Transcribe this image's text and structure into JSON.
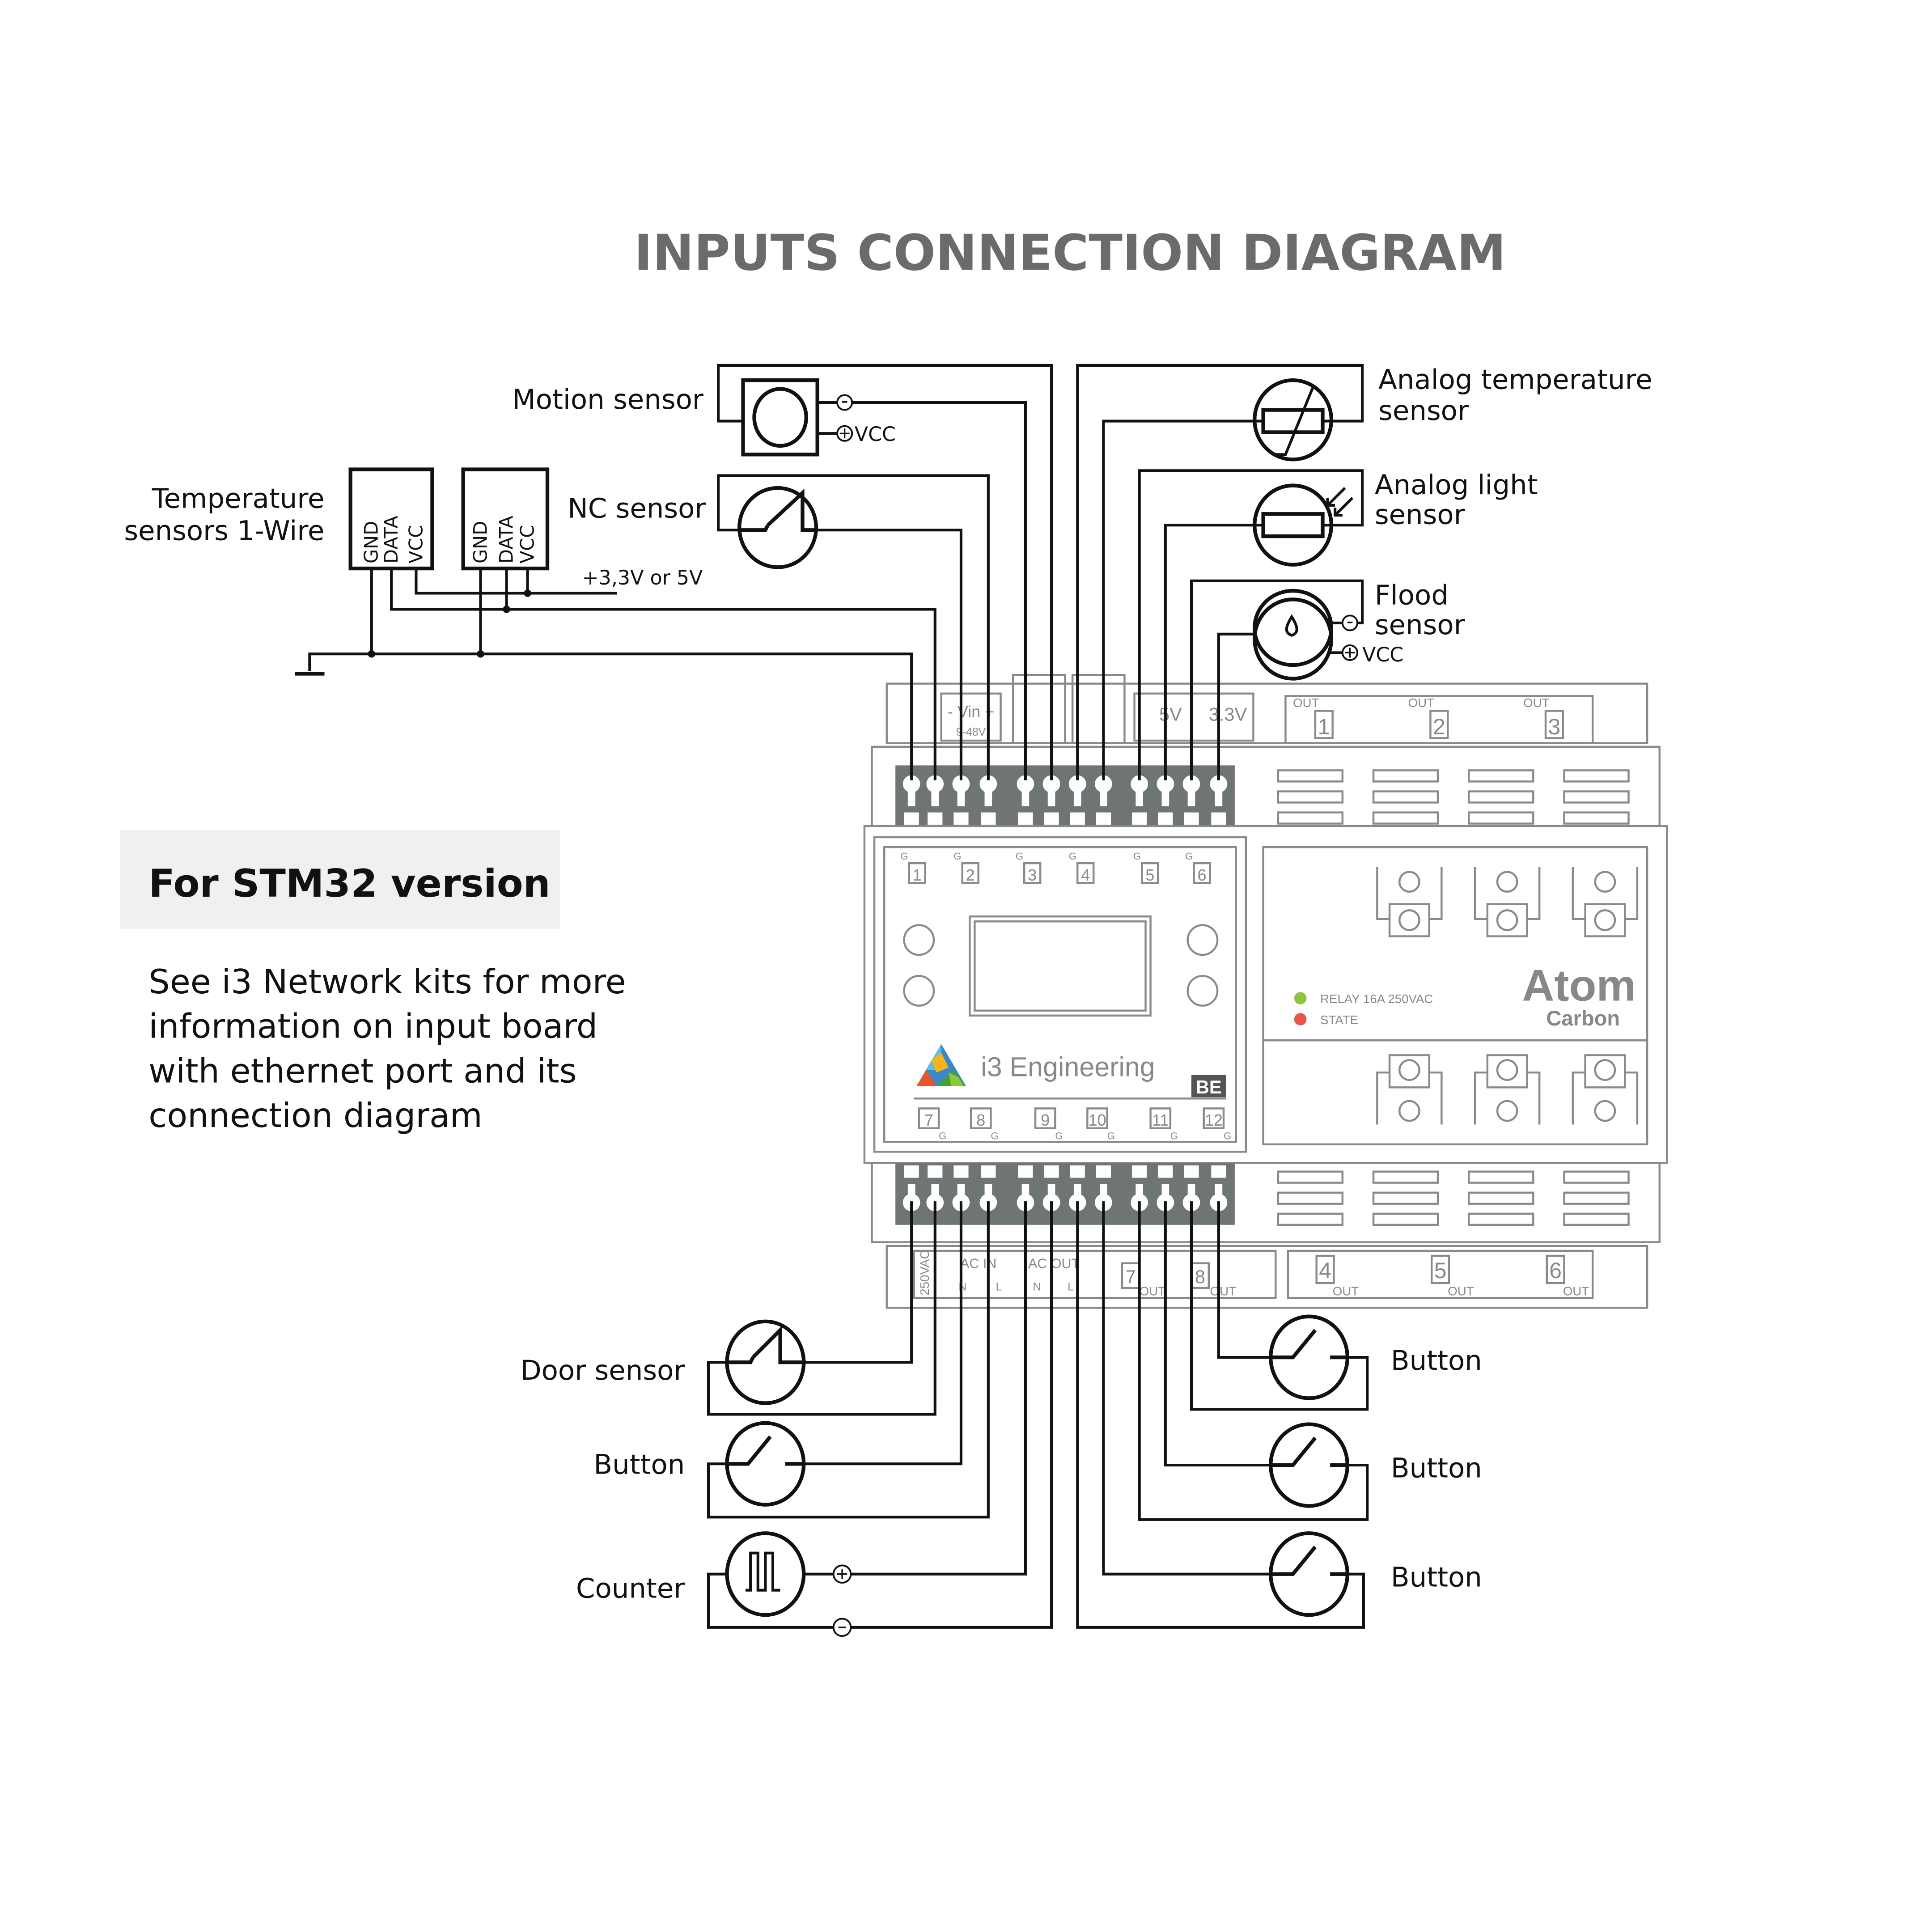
{
  "title": "INPUTS CONNECTION DIAGRAM",
  "note_panel": {
    "heading": "For STM32 version",
    "body_lines": [
      "See i3 Network kits for more",
      "information on input board",
      "with ethernet port and its",
      "connection diagram"
    ]
  },
  "top_left_sensors": {
    "motion": {
      "label": "Motion sensor",
      "minus": "-",
      "plus_label": "VCC"
    },
    "nc": {
      "label": "NC sensor"
    },
    "onewire": {
      "label_lines": [
        "Temperature",
        "sensors 1-Wire"
      ],
      "pins": [
        "GND",
        "DATA",
        "VCC"
      ],
      "supply_label": "+3,3V or 5V"
    }
  },
  "top_right_sensors": {
    "analog_temp": {
      "label_lines": [
        "Analog temperature",
        "sensor"
      ]
    },
    "analog_light": {
      "label_lines": [
        "Analog light",
        "sensor"
      ]
    },
    "flood": {
      "label_lines": [
        "Flood",
        "sensor"
      ],
      "minus": "-",
      "plus_label": "VCC"
    }
  },
  "bottom_left_sensors": [
    {
      "label": "Door sensor"
    },
    {
      "label": "Button"
    },
    {
      "label": "Counter"
    }
  ],
  "bottom_right_sensors": [
    {
      "label": "Button"
    },
    {
      "label": "Button"
    },
    {
      "label": "Button"
    }
  ],
  "device": {
    "brand": "i3 Engineering",
    "badge": "BE",
    "model": "Atom",
    "variant": "Carbon",
    "top_connector_labels": {
      "vin": "- Vin +",
      "vin_range": "9-48V",
      "v5": "5V",
      "v33": "3.3V"
    },
    "top_relay_outputs": [
      "1",
      "2",
      "3"
    ],
    "out_label": "OUT",
    "bottom_relay_outputs": [
      "4",
      "5",
      "6"
    ],
    "bottom_connector_labels": {
      "vac": "250VAC",
      "ac_in": "AC IN",
      "ac_out": "AC OUT",
      "n": "N",
      "l": "L",
      "out7": "7",
      "out8": "8"
    },
    "inputs_top": [
      "1",
      "2",
      "3",
      "4",
      "5",
      "6"
    ],
    "inputs_bottom": [
      "7",
      "8",
      "9",
      "10",
      "11",
      "12"
    ],
    "ground_mark": "G",
    "leds": [
      {
        "label": "RELAY 16A 250VAC",
        "color": "#8dc63f"
      },
      {
        "label": "STATE",
        "color": "#e8564a"
      }
    ]
  },
  "colors": {
    "title": "#6b6b6b",
    "terminal_block": "#6f7475",
    "panel_bg": "#f0f0f0",
    "device_line": "#8a8a8a"
  }
}
